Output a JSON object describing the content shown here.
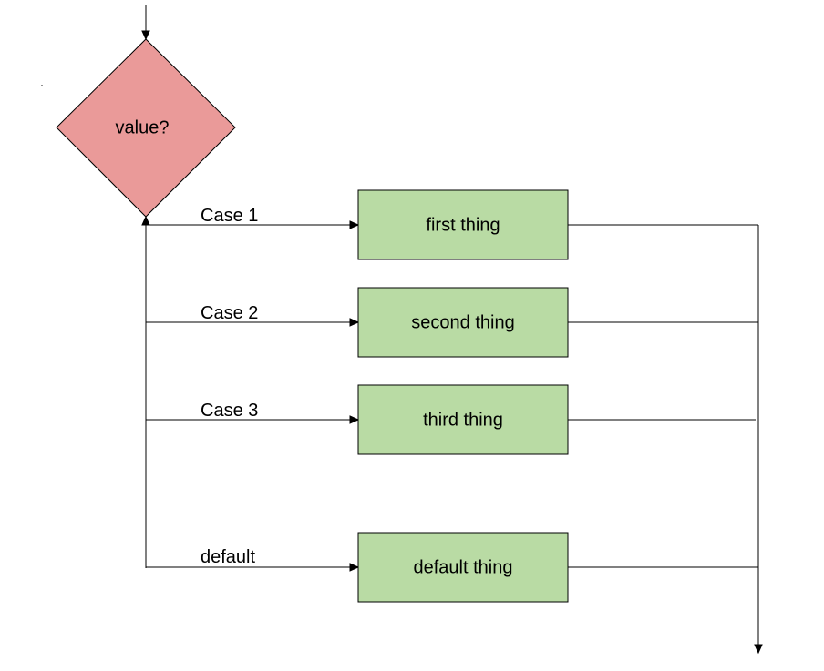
{
  "diagram": {
    "decision": {
      "label": "value?"
    },
    "cases": [
      {
        "edge_label": "Case 1",
        "action": "first thing"
      },
      {
        "edge_label": "Case 2",
        "action": "second thing"
      },
      {
        "edge_label": "Case 3",
        "action": "third thing"
      },
      {
        "edge_label": "default",
        "action": "default thing"
      }
    ],
    "colors": {
      "decision_fill": "#ea9a99",
      "action_fill": "#b9dba4",
      "stroke": "#000000"
    }
  }
}
